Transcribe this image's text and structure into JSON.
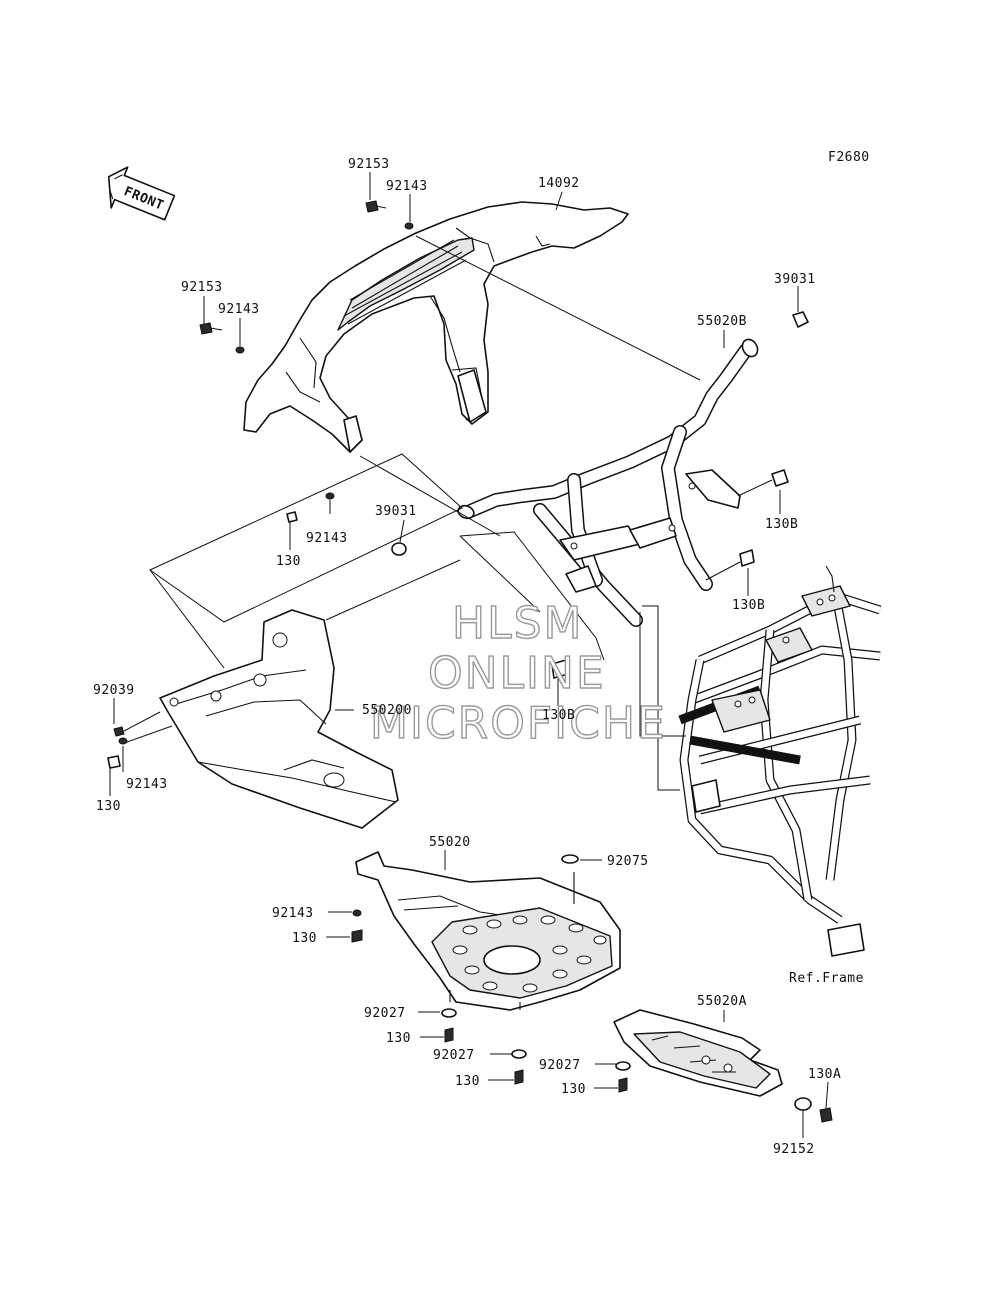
{
  "diagram_id": "F2680",
  "front_arrow_label": "FRONT",
  "watermark": {
    "line1": "HLSM",
    "line2": "ONLINE",
    "line3": "MICROFICHE"
  },
  "ref_frame_label": "Ref.Frame",
  "callouts": [
    {
      "id": "92153-top",
      "text": "92153"
    },
    {
      "id": "92143-top",
      "text": "92143"
    },
    {
      "id": "14092",
      "text": "14092"
    },
    {
      "id": "92153-left",
      "text": "92153"
    },
    {
      "id": "92143-left",
      "text": "92143"
    },
    {
      "id": "39031-right",
      "text": "39031"
    },
    {
      "id": "55020B",
      "text": "55020B"
    },
    {
      "id": "92143-mid",
      "text": "92143"
    },
    {
      "id": "130-mid",
      "text": "130"
    },
    {
      "id": "39031-mid",
      "text": "39031"
    },
    {
      "id": "130B-a",
      "text": "130B"
    },
    {
      "id": "130B-b",
      "text": "130B"
    },
    {
      "id": "130B-c",
      "text": "130B"
    },
    {
      "id": "92039",
      "text": "92039"
    },
    {
      "id": "55020C",
      "text": "550200"
    },
    {
      "id": "92143-guard",
      "text": "92143"
    },
    {
      "id": "130-guard",
      "text": "130"
    },
    {
      "id": "55020",
      "text": "55020"
    },
    {
      "id": "92075",
      "text": "92075"
    },
    {
      "id": "92143-low",
      "text": "92143"
    },
    {
      "id": "130-low",
      "text": "130"
    },
    {
      "id": "92027-a",
      "text": "92027"
    },
    {
      "id": "130-a",
      "text": "130"
    },
    {
      "id": "92027-b",
      "text": "92027"
    },
    {
      "id": "130-b",
      "text": "130"
    },
    {
      "id": "92027-c",
      "text": "92027"
    },
    {
      "id": "130-c",
      "text": "130"
    },
    {
      "id": "55020A",
      "text": "55020A"
    },
    {
      "id": "130A",
      "text": "130A"
    },
    {
      "id": "92152",
      "text": "92152"
    }
  ]
}
